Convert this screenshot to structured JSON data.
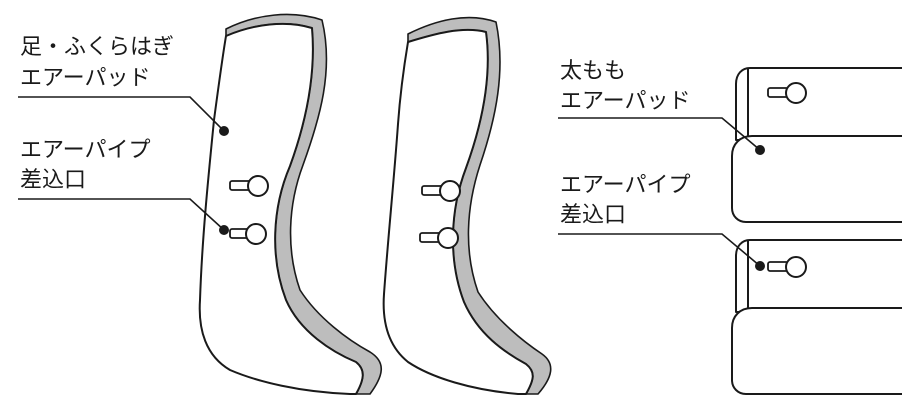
{
  "diagram": {
    "left_unit": {
      "pad_label": [
        "足・ふくらはぎ",
        "エアーパッド"
      ],
      "pipe_label": [
        "エアーパイプ",
        "差込口"
      ]
    },
    "right_unit": {
      "pad_label": [
        "太もも",
        "エアーパッド"
      ],
      "pipe_label": [
        "エアーパイプ",
        "差込口"
      ]
    },
    "colors": {
      "line": "#1a1a1a",
      "cuff_band": "#bdbdbd",
      "pad_fill": "#ffffff"
    }
  }
}
